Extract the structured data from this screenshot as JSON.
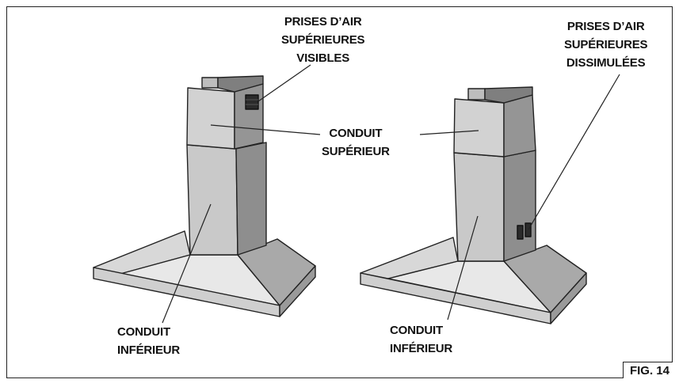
{
  "labels": {
    "left_top_intake": [
      "PRISES D’AIR",
      "SUPÉRIEURES",
      "VISIBLES"
    ],
    "right_top_intake": [
      "PRISES D’AIR",
      "SUPÉRIEURES",
      "DISSIMULÉES"
    ],
    "upper_duct": [
      "CONDUIT",
      "SUPÉRIEUR"
    ],
    "left_lower_duct": [
      "CONDUIT",
      "INFÉRIEUR"
    ],
    "right_lower_duct": [
      "CONDUIT",
      "INFÉRIEUR"
    ]
  },
  "figure_label": "FIG. 14",
  "colors": {
    "outline": "#222222",
    "front_face": "#c8c8c8",
    "side_face": "#8f8f8f",
    "top_face": "#e6e6e6",
    "light_face": "#d9d9d9",
    "vent": "#2b2b2b"
  }
}
